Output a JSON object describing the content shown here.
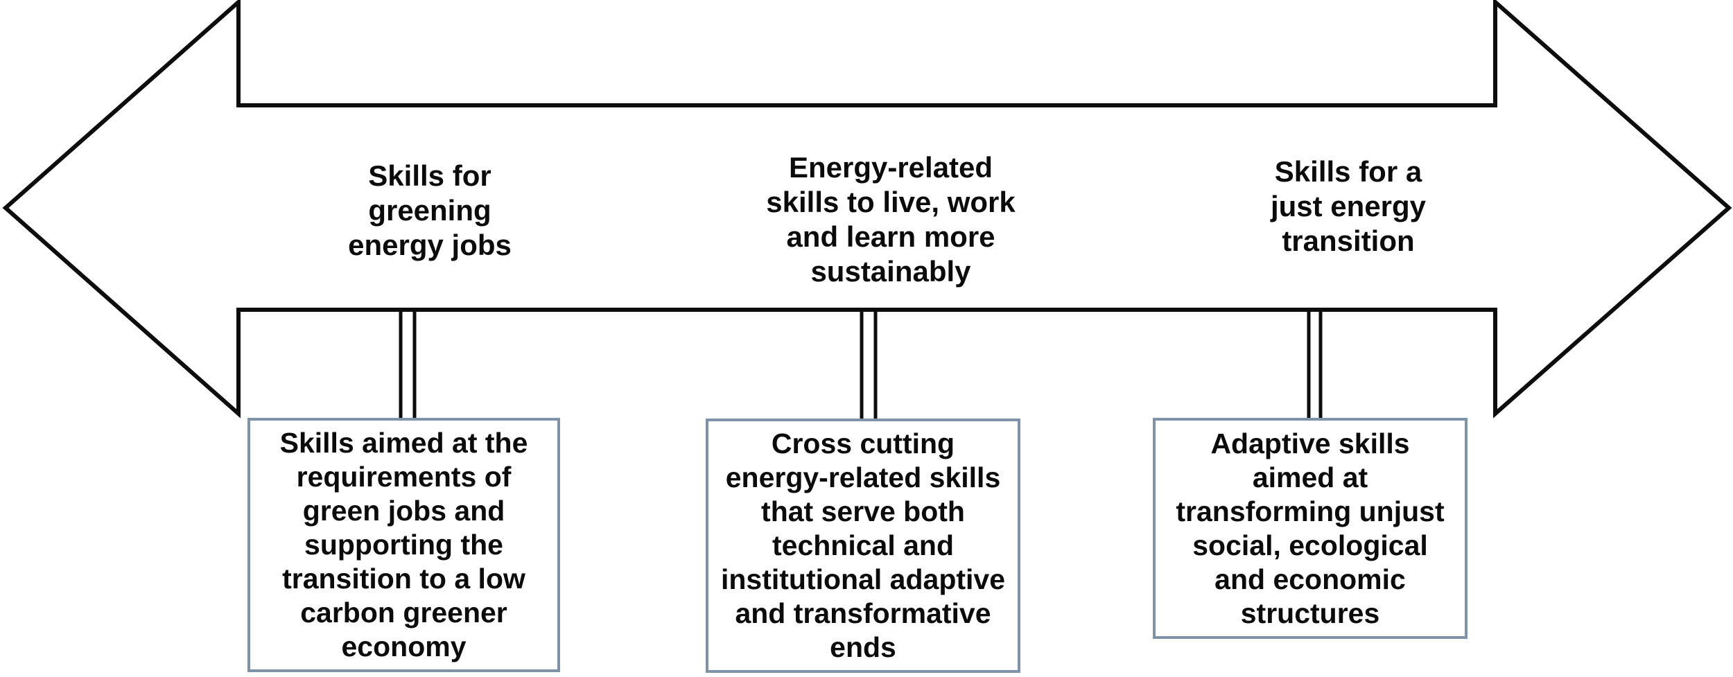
{
  "figure": {
    "type": "horizontal-double-arrow-spectrum-diagram",
    "background": "#ffffff"
  },
  "colors": {
    "line": "#0d0d0d",
    "box-border": "#7e92aa",
    "text": "#0b0b0b",
    "bg": "#ffffff"
  },
  "arrow": {
    "labels": [
      {
        "id": "skills-greening-energy-jobs",
        "text": "Skills for\ngreening\nenergy jobs"
      },
      {
        "id": "energy-related-skills",
        "text": "Energy-related\nskills to live, work\nand learn more\nsustainably"
      },
      {
        "id": "skills-just-energy-transition",
        "text": "Skills for a\njust energy\ntransition"
      }
    ]
  },
  "boxes": [
    {
      "id": "greening-description",
      "text": "Skills aimed at the\nrequirements of\ngreen jobs and\nsupporting the\ntransition to a low\ncarbon greener\neconomy"
    },
    {
      "id": "cross-cutting-description",
      "text": "Cross cutting\nenergy-related skills\nthat serve both\ntechnical and\ninstitutional adaptive\nand transformative\nends"
    },
    {
      "id": "adaptive-description",
      "text": "Adaptive skills\naimed at\ntransforming unjust\nsocial, ecological\nand economic\nstructures"
    }
  ]
}
